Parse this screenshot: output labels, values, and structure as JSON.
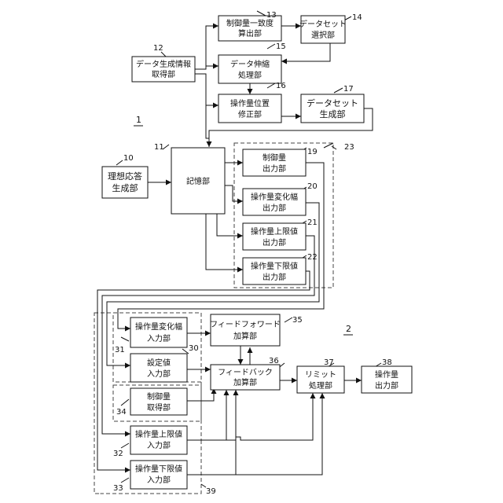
{
  "system_labels": [
    "1",
    "2"
  ],
  "blocks": {
    "b13": {
      "lines": [
        "制御量一致度",
        "算出部"
      ],
      "ref": "13"
    },
    "b14": {
      "lines": [
        "データセット",
        "選択部"
      ],
      "ref": "14"
    },
    "b12": {
      "lines": [
        "データ生成情報",
        "取得部"
      ],
      "ref": "12"
    },
    "b15": {
      "lines": [
        "データ伸縮",
        "処理部"
      ],
      "ref": "15"
    },
    "b16": {
      "lines": [
        "操作量位置",
        "修正部"
      ],
      "ref": "16"
    },
    "b17": {
      "lines": [
        "データセット",
        "生成部"
      ],
      "ref": "17"
    },
    "b10": {
      "lines": [
        "理想応答",
        "生成部"
      ],
      "ref": "10"
    },
    "b11": {
      "lines": [
        "記憶部"
      ],
      "ref": "11"
    },
    "b19": {
      "lines": [
        "制御量",
        "出力部"
      ],
      "ref": "19"
    },
    "b20": {
      "lines": [
        "操作量変化幅",
        "出力部"
      ],
      "ref": "20"
    },
    "b21": {
      "lines": [
        "操作量上限値",
        "出力部"
      ],
      "ref": "21"
    },
    "b22": {
      "lines": [
        "操作量下限値",
        "出力部"
      ],
      "ref": "22"
    },
    "b31": {
      "lines": [
        "操作量変化幅",
        "入力部"
      ],
      "ref": "31"
    },
    "b30": {
      "lines": [
        "設定値",
        "入力部"
      ],
      "ref": "30"
    },
    "b34": {
      "lines": [
        "制御量",
        "取得部"
      ],
      "ref": "34"
    },
    "b32": {
      "lines": [
        "操作量上限値",
        "入力部"
      ],
      "ref": "32"
    },
    "b33": {
      "lines": [
        "操作量下限値",
        "入力部"
      ],
      "ref": "33"
    },
    "b35": {
      "lines": [
        "フィードフォワード",
        "加算部"
      ],
      "ref": "35"
    },
    "b36": {
      "lines": [
        "フィードバック",
        "加算部"
      ],
      "ref": "36"
    },
    "b37": {
      "lines": [
        "リミット",
        "処理部"
      ],
      "ref": "37"
    },
    "b38": {
      "lines": [
        "操作量",
        "出力部"
      ],
      "ref": "38"
    }
  },
  "group_refs": {
    "g23": "23",
    "g39": "39"
  }
}
